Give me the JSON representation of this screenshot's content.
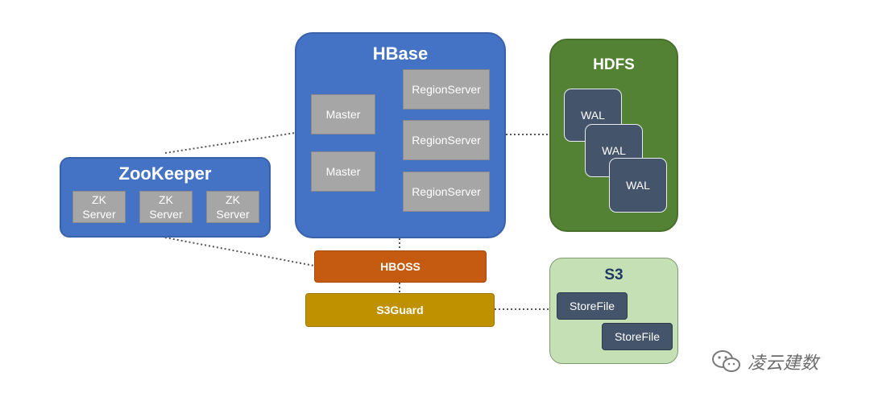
{
  "hbase": {
    "title": "HBase",
    "masters": [
      "Master",
      "Master"
    ],
    "region_servers": [
      "RegionServer",
      "RegionServer",
      "RegionServer"
    ]
  },
  "hdfs": {
    "title": "HDFS",
    "wals": [
      "WAL",
      "WAL",
      "WAL"
    ]
  },
  "zookeeper": {
    "title": "ZooKeeper",
    "servers": [
      "ZK\nServer",
      "ZK\nServer",
      "ZK\nServer"
    ]
  },
  "hboss": {
    "label": "HBOSS"
  },
  "s3guard": {
    "label": "S3Guard"
  },
  "s3": {
    "title": "S3",
    "store_files": [
      "StoreFile",
      "StoreFile"
    ]
  },
  "watermark": {
    "text": "凌云建数"
  },
  "colors": {
    "hbase": "#4472c4",
    "hdfs": "#548235",
    "hboss": "#c55a11",
    "s3guard": "#bf9000",
    "s3": "#c5e0b4",
    "dark_box": "#44546a",
    "grey_box": "#a6a6a6"
  }
}
